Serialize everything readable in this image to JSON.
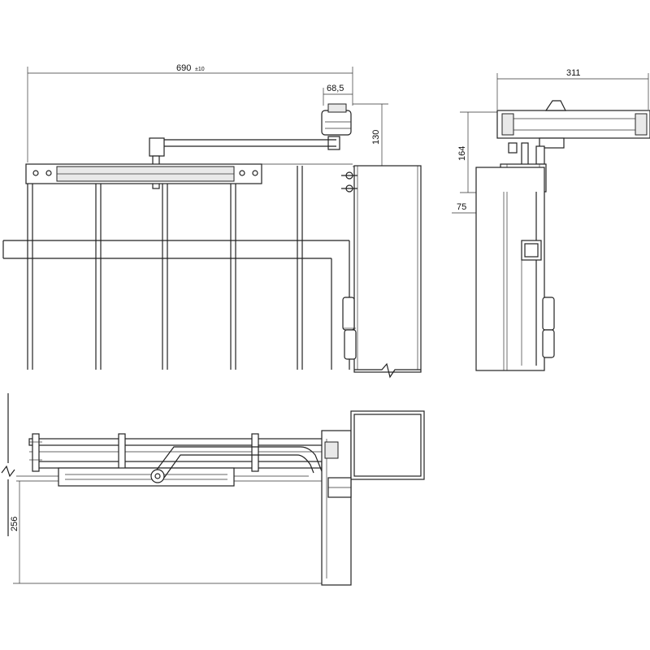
{
  "dimensions": {
    "overall_width": "690",
    "overall_width_tolerance": "±10",
    "offset": "68,5",
    "height_closer": "130",
    "side_width": "311",
    "side_height": "164",
    "side_offset": "75",
    "plan_depth": "256"
  }
}
